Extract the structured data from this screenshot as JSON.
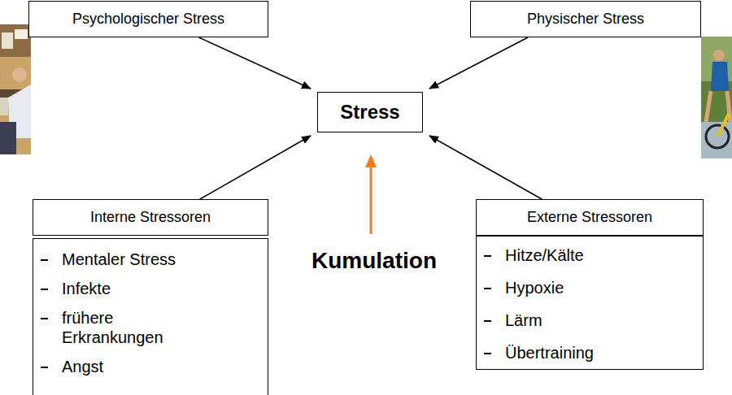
{
  "diagram": {
    "nodes": [
      {
        "text": [
          "Psychologischer Stress"
        ]
      },
      {
        "text": [
          "Physischer Stress"
        ]
      },
      {
        "text": [
          "Stress"
        ]
      },
      {
        "text": [
          "Interne Stressoren"
        ]
      },
      {
        "text": [
          "Mentaler Stress",
          "Infekte",
          "frühere Erkrankungen",
          "Angst"
        ]
      },
      {
        "text": [
          "Externe Stressoren"
        ]
      },
      {
        "text": [
          "Hitze/Kälte",
          "Hypoxie",
          "Lärm",
          "Übertraining"
        ]
      }
    ],
    "edges": [
      {
        "from": 0,
        "to": 2,
        "arrow": "to"
      },
      {
        "from": 1,
        "to": 2,
        "arrow": "to"
      },
      {
        "from": 3,
        "to": 2,
        "arrow": "to"
      },
      {
        "from": 5,
        "to": 2,
        "arrow": "to"
      }
    ],
    "labels": [
      "Kumulation"
    ]
  }
}
